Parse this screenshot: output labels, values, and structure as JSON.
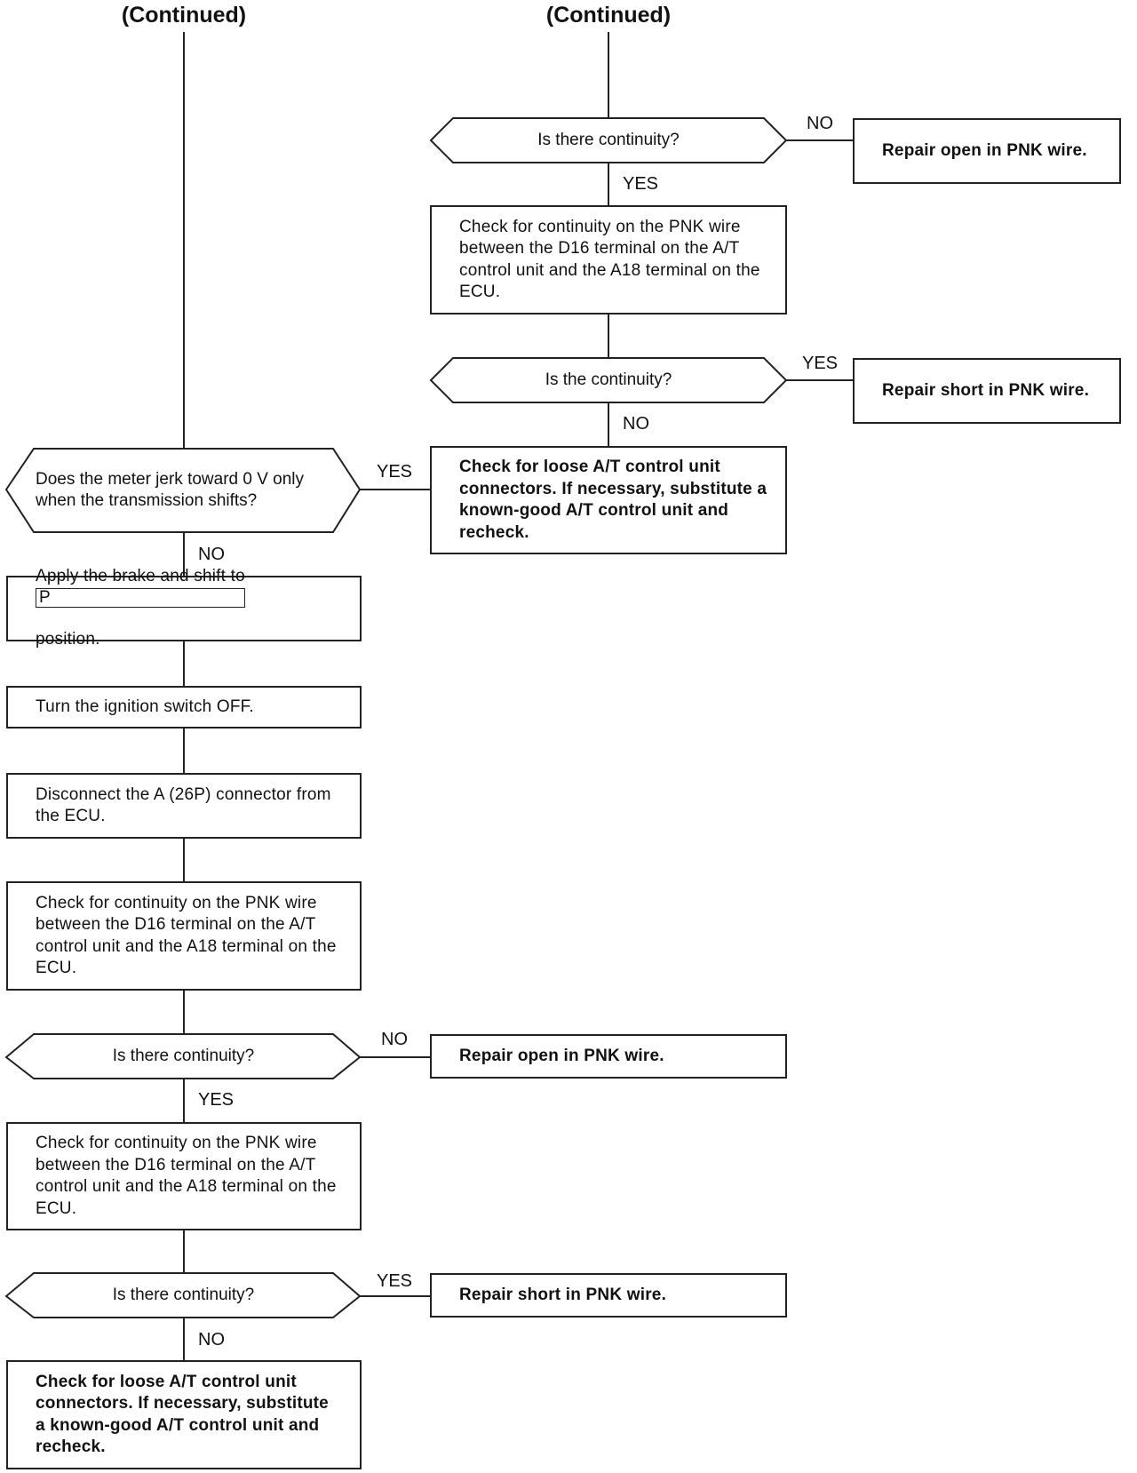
{
  "headers": {
    "left": "(Continued)",
    "right": "(Continued)"
  },
  "right_column": {
    "decision_1": {
      "question": "Is there continuity?",
      "no_label": "NO",
      "yes_label": "YES"
    },
    "repair_open_1": "Repair open in PNK wire.",
    "check_continuity_1": "Check for continuity on the PNK wire between the D16 terminal on the A/T control unit and the A18 terminal on the ECU.",
    "decision_2": {
      "question": "Is the continuity?",
      "yes_label": "YES",
      "no_label": "NO"
    },
    "repair_short_1": "Repair short in PNK wire.",
    "check_connectors_1": "Check for loose A/T control unit connectors. If necessary, substitute a known-good A/T control unit and recheck."
  },
  "left_column": {
    "decision_meter": {
      "question": "Does the meter jerk toward 0 V only when the transmission shifts?",
      "yes_label": "YES",
      "no_label": "NO"
    },
    "apply_brake": {
      "text_before": "Apply the brake and shift to",
      "position_symbol": "P",
      "text_after": "position."
    },
    "ignition_off": "Turn the ignition switch OFF.",
    "disconnect": "Disconnect the A (26P) connector from the ECU.",
    "check_continuity_2": "Check for continuity on the PNK wire between the D16 terminal on the A/T control unit and the A18 terminal on the ECU.",
    "decision_3": {
      "question": "Is there continuity?",
      "no_label": "NO",
      "yes_label": "YES"
    },
    "repair_open_2": "Repair open in PNK wire.",
    "check_continuity_3": "Check for continuity on the PNK wire between the D16 terminal on the A/T control unit and the A18 terminal on the ECU.",
    "decision_4": {
      "question": "Is there continuity?",
      "yes_label": "YES",
      "no_label": "NO"
    },
    "repair_short_2": "Repair short in PNK wire.",
    "check_connectors_2": "Check for loose A/T control unit connectors. If necessary, substitute a known-good A/T control unit and recheck."
  }
}
